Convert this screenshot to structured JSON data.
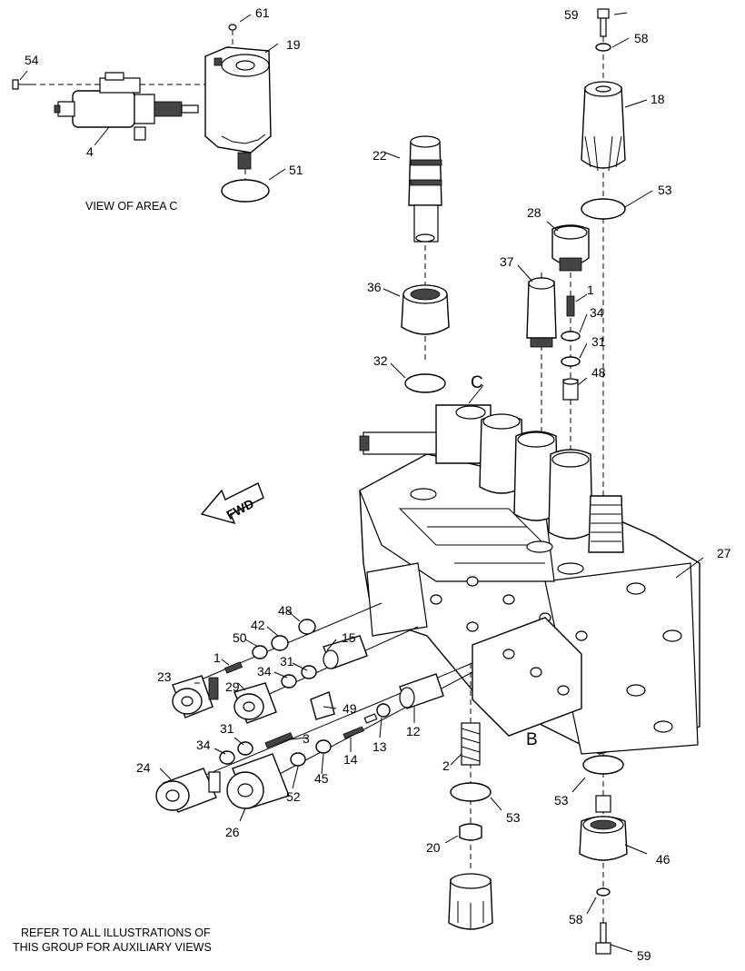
{
  "view_caption": "VIEW OF AREA C",
  "footer_note": [
    "REFER TO ALL ILLUSTRATIONS OF",
    "THIS GROUP FOR AUXILIARY VIEWS"
  ],
  "fwd_label": "FWD",
  "area_labels": {
    "c": "C",
    "b": "B"
  },
  "callouts": {
    "c61": "61",
    "c19": "19",
    "c54": "54",
    "c4": "4",
    "c51": "51",
    "c59_top": "59",
    "c58_top": "58",
    "c18": "18",
    "c53_top": "53",
    "c22": "22",
    "c28": "28",
    "c37": "37",
    "c1_top": "1",
    "c36": "36",
    "c34_top": "34",
    "c31_top": "31",
    "c48_top": "48",
    "c32": "32",
    "c27": "27",
    "c48_left": "48",
    "c42": "42",
    "c50": "50",
    "c15": "15",
    "c1_left": "1",
    "c31_mid": "31",
    "c23": "23",
    "c34_mid": "34",
    "c29": "29",
    "c49": "49",
    "c12": "12",
    "c31_low": "31",
    "c3": "3",
    "c14": "14",
    "c13": "13",
    "c34_low": "34",
    "c24": "24",
    "c2": "2",
    "c52": "52",
    "c45": "45",
    "c26": "26",
    "c53_mid": "53",
    "c53_right": "53",
    "c20": "20",
    "c46": "46",
    "c58_bottom": "58",
    "c59_bottom": "59"
  }
}
